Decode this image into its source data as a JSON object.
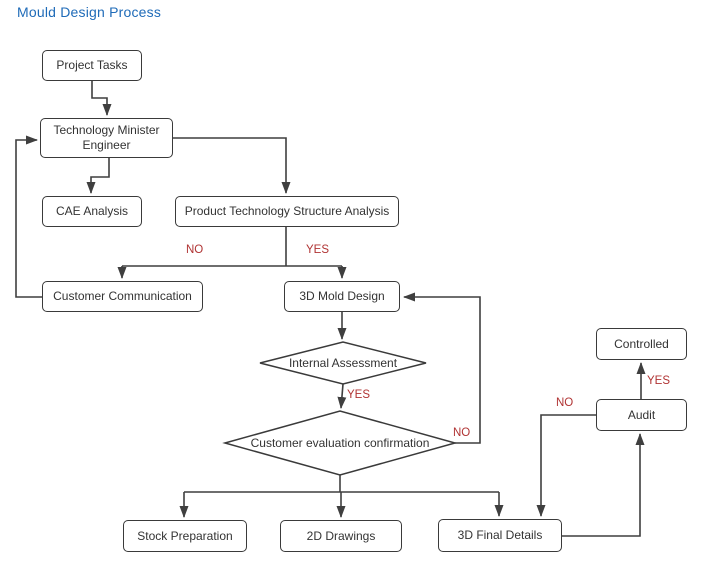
{
  "title": {
    "text": "Mould Design Process"
  },
  "colors": {
    "title_blue": "#1f6bb8",
    "branch_red": "#b03333",
    "line": "#3f3f3f",
    "box_border": "#3a3a3a",
    "box_text": "#333333",
    "background": "#ffffff"
  },
  "nodes": {
    "project_tasks": {
      "label": "Project Tasks",
      "type": "process"
    },
    "tech_minister": {
      "label": "Technology Minister Engineer",
      "type": "process"
    },
    "cae_analysis": {
      "label": "CAE Analysis",
      "type": "process"
    },
    "product_analysis": {
      "label": "Product Technology Structure Analysis",
      "type": "process"
    },
    "customer_comm": {
      "label": "Customer Communication",
      "type": "process"
    },
    "mold_design": {
      "label": "3D Mold Design",
      "type": "process"
    },
    "internal_assessment": {
      "label": "Internal Assessment",
      "type": "decision"
    },
    "customer_eval": {
      "label": "Customer evaluation confirmation",
      "type": "decision"
    },
    "stock_prep": {
      "label": "Stock Preparation",
      "type": "process"
    },
    "drawings_2d": {
      "label": "2D Drawings",
      "type": "process"
    },
    "final_details_3d": {
      "label": "3D Final Details",
      "type": "process"
    },
    "audit": {
      "label": "Audit",
      "type": "process"
    },
    "controlled": {
      "label": "Controlled",
      "type": "process"
    }
  },
  "branch_labels": {
    "product_no": "NO",
    "product_yes": "YES",
    "internal_yes": "YES",
    "customer_no": "NO",
    "audit_no": "NO",
    "audit_yes": "YES"
  },
  "edges": [
    {
      "from": "project_tasks",
      "to": "tech_minister",
      "label": ""
    },
    {
      "from": "tech_minister",
      "to": "cae_analysis",
      "label": ""
    },
    {
      "from": "tech_minister",
      "to": "product_analysis",
      "label": ""
    },
    {
      "from": "product_analysis",
      "to": "customer_comm",
      "label": "NO"
    },
    {
      "from": "product_analysis",
      "to": "mold_design",
      "label": "YES"
    },
    {
      "from": "customer_comm",
      "to": "tech_minister",
      "label": ""
    },
    {
      "from": "mold_design",
      "to": "internal_assessment",
      "label": ""
    },
    {
      "from": "internal_assessment",
      "to": "customer_eval",
      "label": "YES"
    },
    {
      "from": "customer_eval",
      "to": "mold_design",
      "label": "NO"
    },
    {
      "from": "customer_eval",
      "to": "stock_prep",
      "label": ""
    },
    {
      "from": "customer_eval",
      "to": "drawings_2d",
      "label": ""
    },
    {
      "from": "customer_eval",
      "to": "final_details_3d",
      "label": ""
    },
    {
      "from": "audit",
      "to": "final_details_3d",
      "label": "NO"
    },
    {
      "from": "final_details_3d",
      "to": "audit",
      "label": ""
    },
    {
      "from": "audit",
      "to": "controlled",
      "label": "YES"
    }
  ]
}
